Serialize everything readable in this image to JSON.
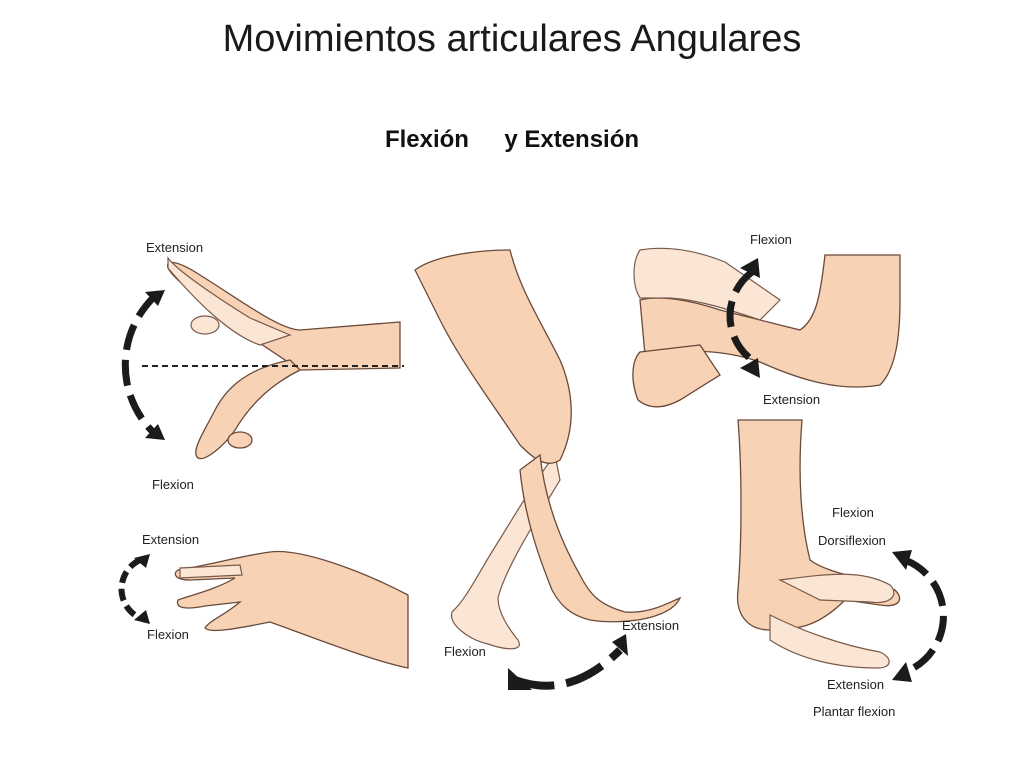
{
  "title": "Movimientos articulares Angulares",
  "subtitle": {
    "part1": "Flexión",
    "part2": "y",
    "part3": "Extensión"
  },
  "labels": {
    "wrist_extension": "Extension",
    "wrist_flexion": "Flexion",
    "fingers_extension": "Extension",
    "fingers_flexion": "Flexion",
    "leg_flexion": "Flexion",
    "leg_extension": "Extension",
    "elbow_flexion": "Flexion",
    "elbow_extension": "Extension",
    "ankle_flexion": "Flexion",
    "ankle_dorsiflexion": "Dorsiflexion",
    "ankle_extension": "Extension",
    "ankle_plantar_flexion": "Plantar flexion"
  },
  "colors": {
    "skin": "#f7d2b4",
    "skin_light": "#fbe6d6",
    "arrow": "#1b1b1b"
  }
}
